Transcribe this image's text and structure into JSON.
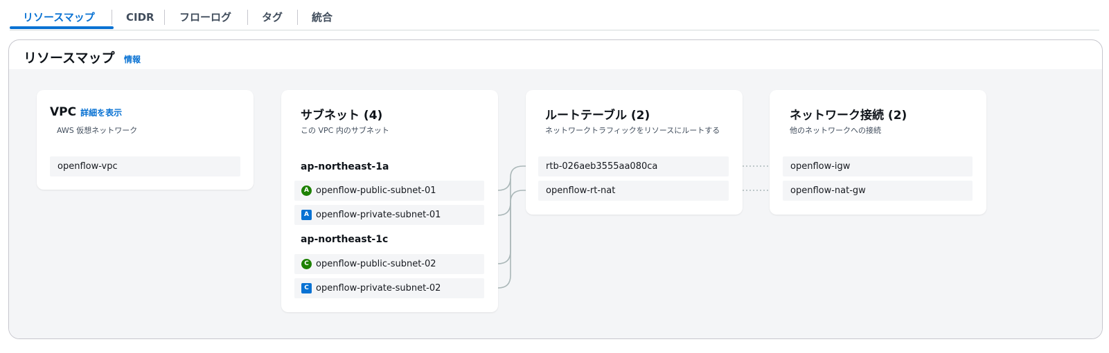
{
  "tabs": [
    {
      "label": "リソースマップ",
      "active": true
    },
    {
      "label": "CIDR"
    },
    {
      "label": "フローログ"
    },
    {
      "label": "タグ"
    },
    {
      "label": "統合"
    }
  ],
  "panel": {
    "title": "リソースマップ",
    "info_link": "情報"
  },
  "vpc": {
    "title": "VPC",
    "details_link": "詳細を表示",
    "description": "AWS 仮想ネットワーク",
    "items": [
      "openflow-vpc"
    ]
  },
  "subnets": {
    "title": "サブネット (4)",
    "description": "この VPC 内のサブネット",
    "zones": [
      {
        "name": "ap-northeast-1a",
        "items": [
          {
            "badge": "A",
            "type": "public",
            "label": "openflow-public-subnet-01"
          },
          {
            "badge": "A",
            "type": "private",
            "label": "openflow-private-subnet-01"
          }
        ]
      },
      {
        "name": "ap-northeast-1c",
        "items": [
          {
            "badge": "C",
            "type": "public",
            "label": "openflow-public-subnet-02"
          },
          {
            "badge": "C",
            "type": "private",
            "label": "openflow-private-subnet-02"
          }
        ]
      }
    ]
  },
  "route_tables": {
    "title": "ルートテーブル (2)",
    "description": "ネットワークトラフィックをリソースにルートする",
    "items": [
      "rtb-026aeb3555aa080ca",
      "openflow-rt-nat"
    ]
  },
  "network_connections": {
    "title": "ネットワーク接続 (2)",
    "description": "他のネットワークへの接続",
    "items": [
      "openflow-igw",
      "openflow-nat-gw"
    ]
  },
  "colors": {
    "accent": "#0972d3",
    "public_badge": "#1d8102",
    "private_badge": "#0972d3",
    "connector": "#aab7b8"
  }
}
